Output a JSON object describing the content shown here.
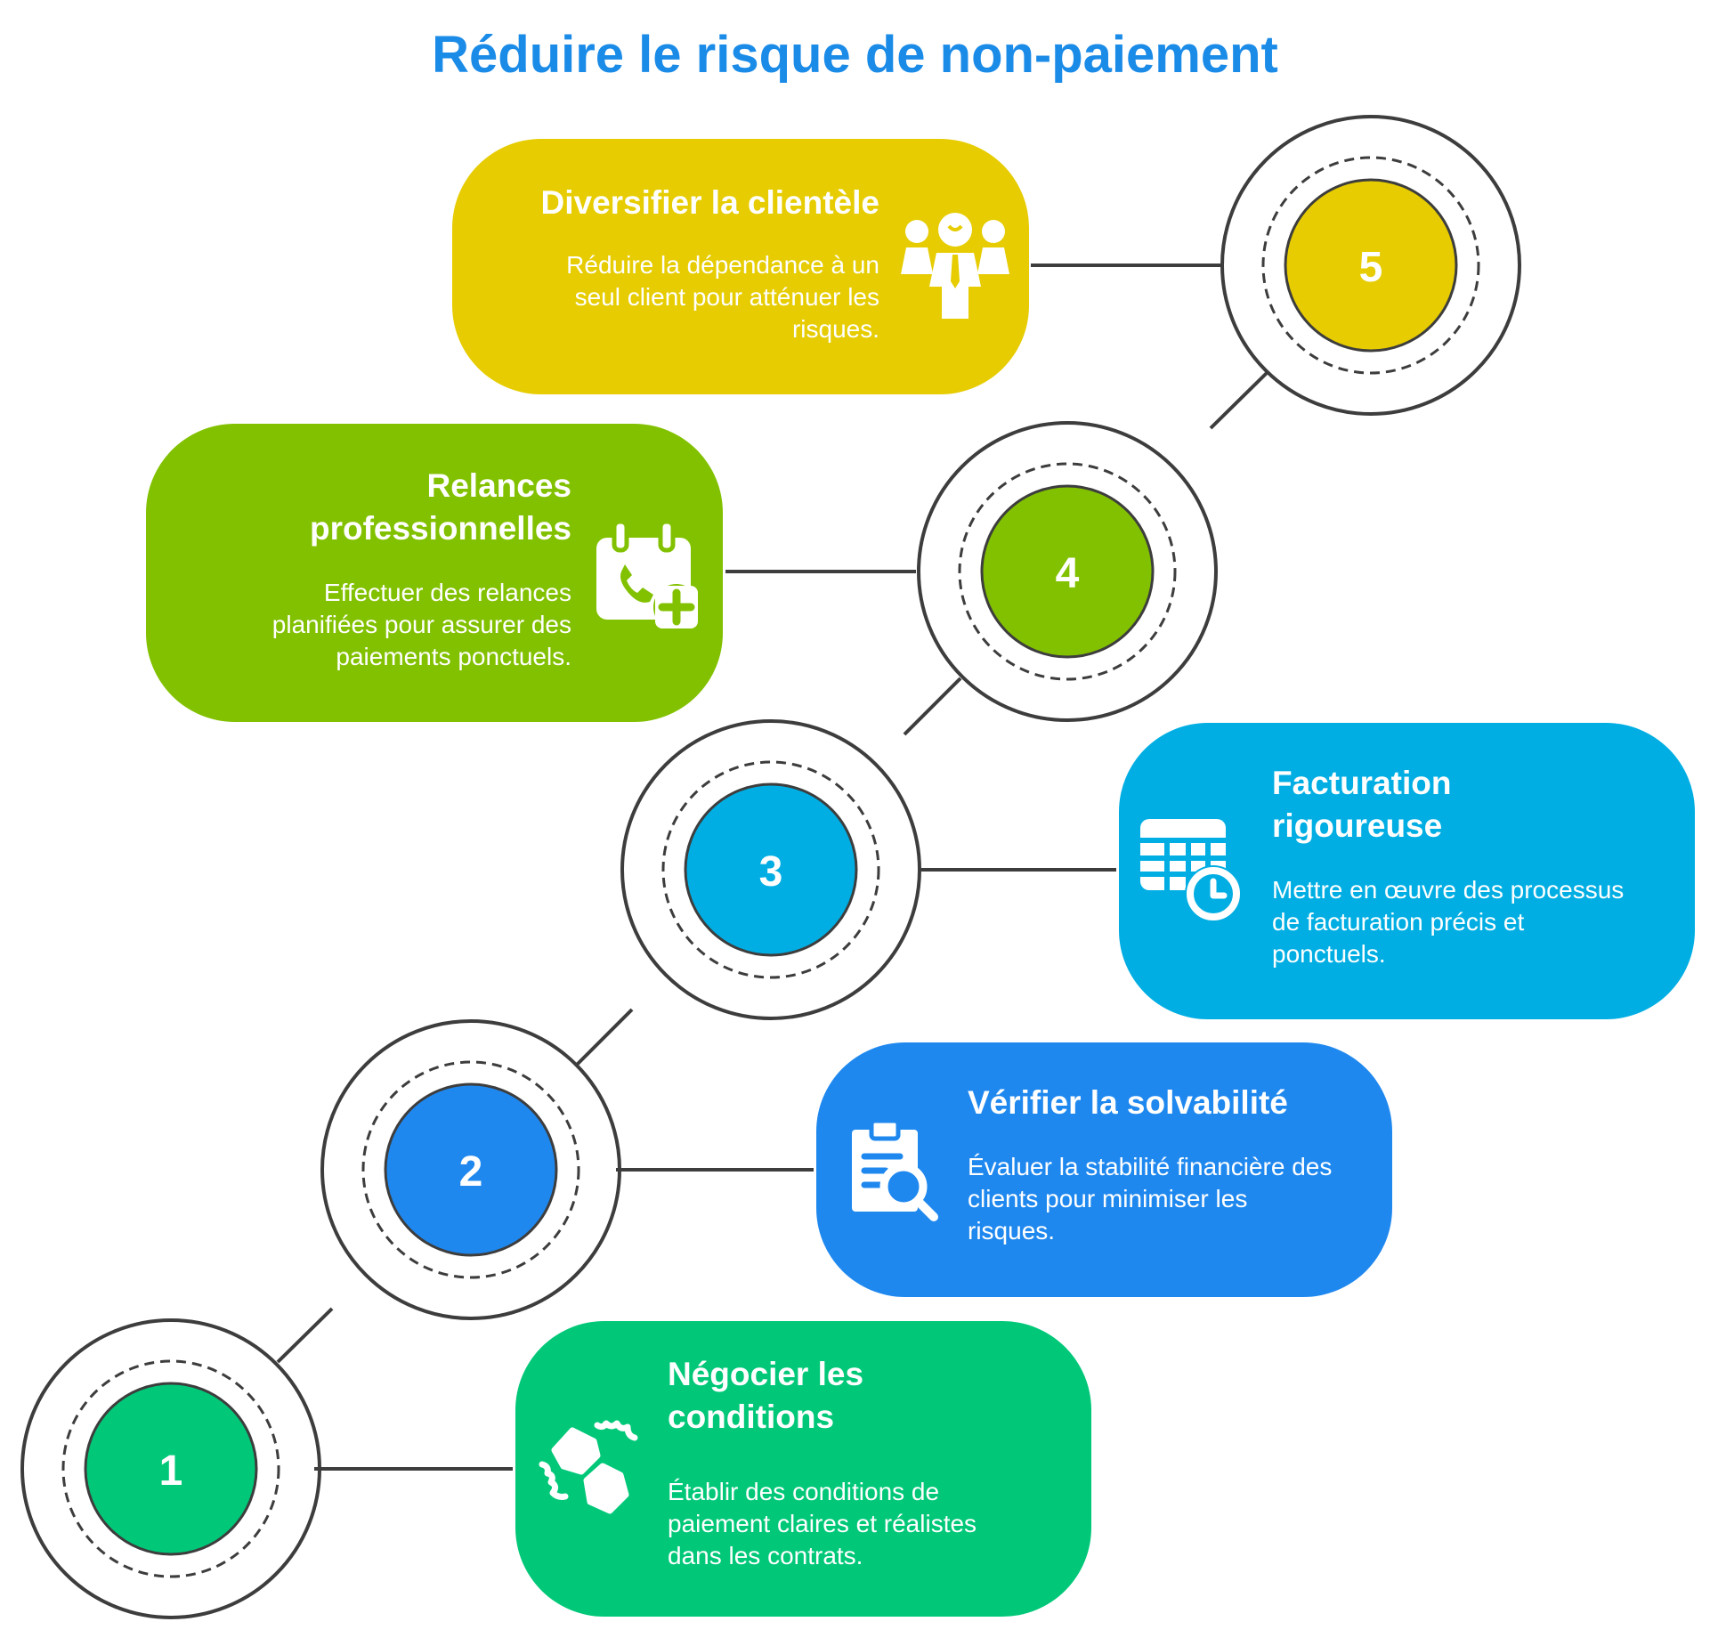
{
  "title": "Réduire le risque de non-paiement",
  "steps": [
    {
      "number": "1",
      "title": "Négocier les conditions",
      "description": "Établir des conditions de paiement claires et réalistes dans les contrats.",
      "color": "#00c878",
      "icon": "handshake-icon"
    },
    {
      "number": "2",
      "title": "Vérifier la solvabilité",
      "description": "Évaluer la stabilité financière des clients pour minimiser les risques.",
      "color": "#1f88ef",
      "icon": "clipboard-search-icon"
    },
    {
      "number": "3",
      "title": "Facturation rigoureuse",
      "description": "Mettre en œuvre des processus de facturation précis et ponctuels.",
      "color": "#00aee3",
      "icon": "table-clock-icon"
    },
    {
      "number": "4",
      "title": "Relances professionnelles",
      "description": "Effectuer des relances planifiées pour assurer des paiements ponctuels.",
      "color": "#82c100",
      "icon": "calendar-phone-icon"
    },
    {
      "number": "5",
      "title": "Diversifier la clientèle",
      "description": "Réduire la dépendance à un seul client pour atténuer les risques.",
      "color": "#e6cc00",
      "icon": "team-icon"
    }
  ]
}
